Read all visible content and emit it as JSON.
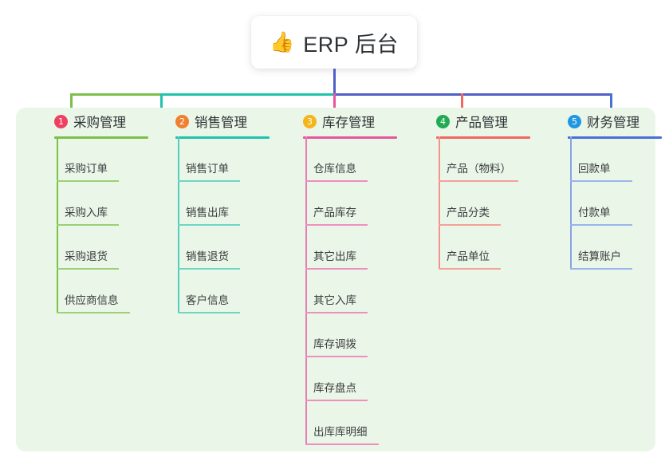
{
  "root": {
    "icon": "thumbs-up-icon",
    "emoji": "👍",
    "title": "ERP 后台"
  },
  "diagram": {
    "type": "mind-map",
    "background_color": "#ffffff",
    "panel_color": "#eaf6e7",
    "root_stem_color": "#4f5fc4"
  },
  "columns": [
    {
      "index": "1",
      "title": "采购管理",
      "badge_color": "#ef4060",
      "line_color": "#7cc04a",
      "connector_color": "#7cc04a",
      "items": [
        {
          "label": "采购订单"
        },
        {
          "label": "采购入库"
        },
        {
          "label": "采购退货"
        },
        {
          "label": "供应商信息"
        }
      ]
    },
    {
      "index": "2",
      "title": "销售管理",
      "badge_color": "#f08030",
      "line_color": "#1fc2ab",
      "connector_color": "#1fc2ab",
      "items": [
        {
          "label": "销售订单"
        },
        {
          "label": "销售出库"
        },
        {
          "label": "销售退货"
        },
        {
          "label": "客户信息"
        }
      ]
    },
    {
      "index": "3",
      "title": "库存管理",
      "badge_color": "#f5b51a",
      "line_color": "#e8559f",
      "connector_color": "#e8559f",
      "items": [
        {
          "label": "仓库信息"
        },
        {
          "label": "产品库存"
        },
        {
          "label": "其它出库"
        },
        {
          "label": "其它入库"
        },
        {
          "label": "库存调拨"
        },
        {
          "label": "库存盘点"
        },
        {
          "label": "出库库明细"
        }
      ]
    },
    {
      "index": "4",
      "title": "产品管理",
      "badge_color": "#22ab55",
      "line_color": "#f4655f",
      "connector_color": "#f4655f",
      "items": [
        {
          "label": "产品（物料）"
        },
        {
          "label": "产品分类"
        },
        {
          "label": "产品单位"
        }
      ]
    },
    {
      "index": "5",
      "title": "财务管理",
      "badge_color": "#2196e3",
      "line_color": "#4a6fd6",
      "connector_color": "#4a6fd6",
      "items": [
        {
          "label": "回款单"
        },
        {
          "label": "付款单"
        },
        {
          "label": "结算账户"
        }
      ]
    }
  ]
}
